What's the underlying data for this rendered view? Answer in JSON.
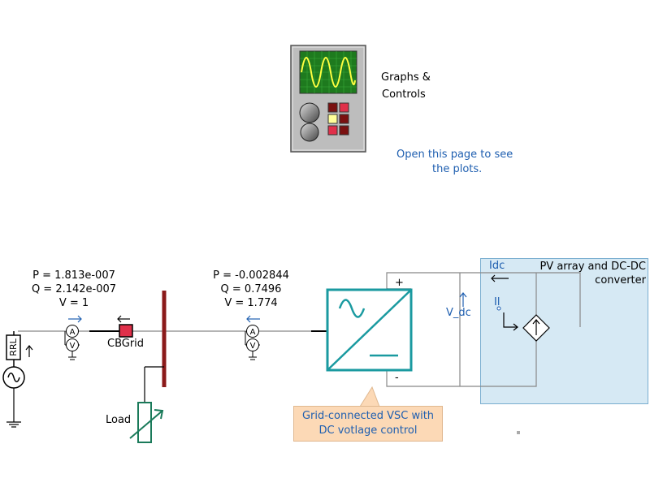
{
  "graphs_panel": {
    "label_line1": "Graphs &",
    "label_line2": "Controls",
    "hint_line1": "Open this page to see",
    "hint_line2": "the plots."
  },
  "left_meter": {
    "p": "P = 1.813e-007",
    "q": "Q = 2.142e-007",
    "v": "V = 1"
  },
  "right_meter": {
    "p": "P = -0.002844",
    "q": "Q = 0.7496",
    "v": "V = 1.774"
  },
  "components": {
    "rrl": "RRL",
    "breaker": "CBGrid",
    "load": "Load",
    "vdc": "V_dc",
    "idc": "Idc",
    "il": "Il",
    "plus": "+",
    "minus": "-",
    "ammeter": "A",
    "voltmeter": "V"
  },
  "vsc_callout": {
    "line1": "Grid-connected VSC with",
    "line2": "DC votlage control"
  },
  "pv_box": {
    "line1": "PV array and DC-DC",
    "line2": "converter"
  },
  "colors": {
    "teal": "#1a9aa0",
    "bus": "#8b1a1a",
    "breaker": "#e0304a",
    "blue_text": "#1f5fb0",
    "callout_bg": "#fcd9b6",
    "pv_bg": "#b4d7eb"
  }
}
